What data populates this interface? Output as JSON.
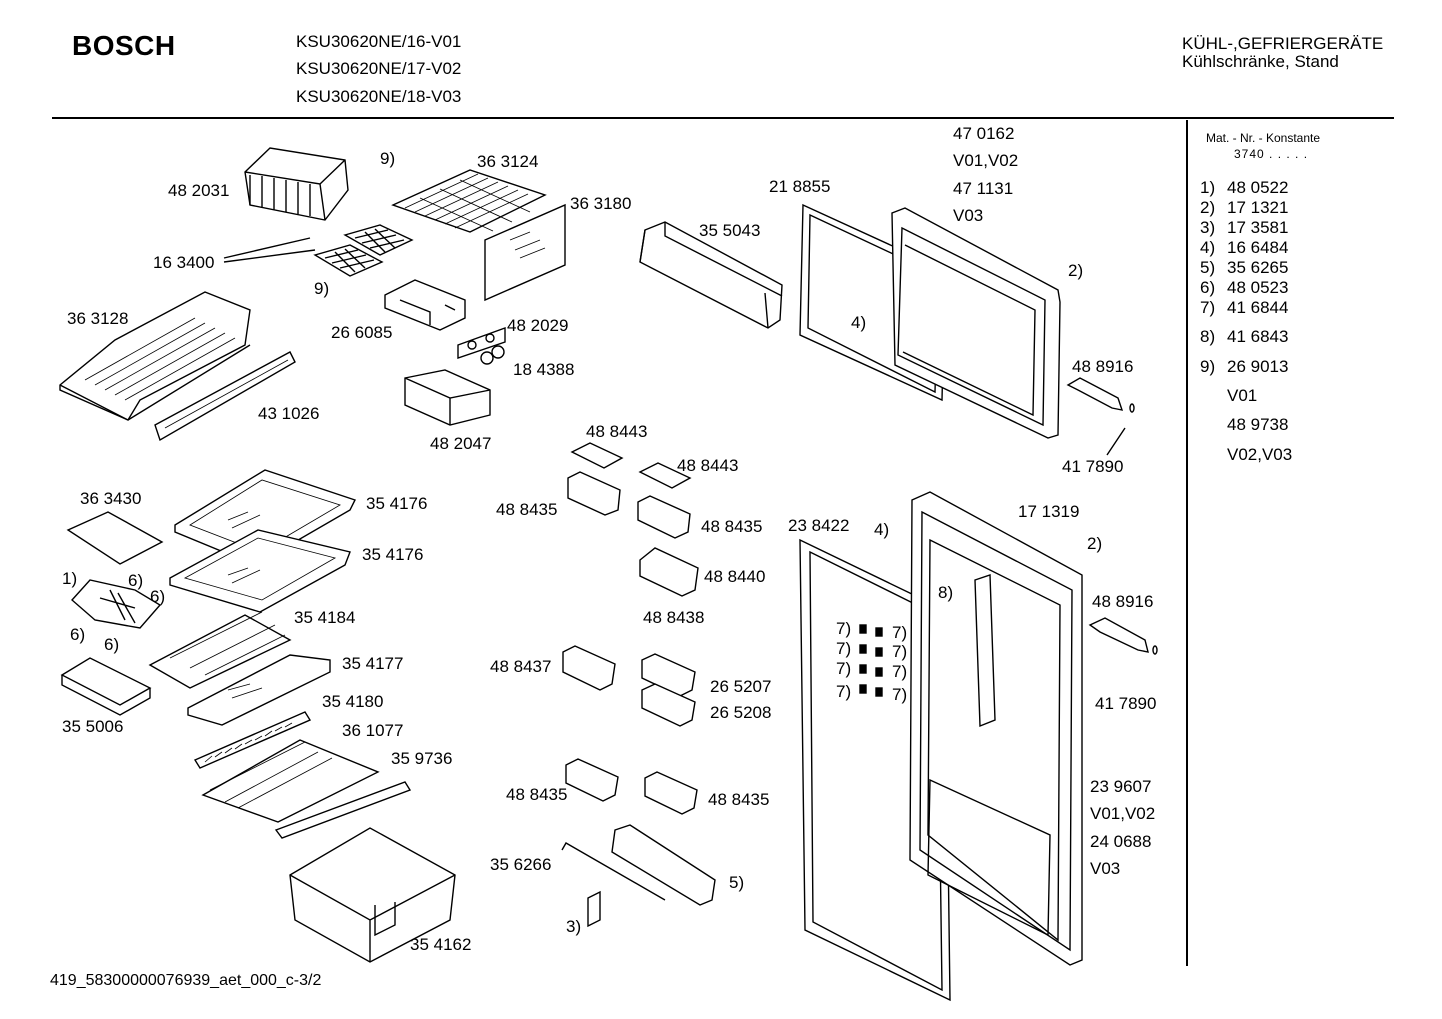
{
  "header": {
    "brand": "BOSCH",
    "models": [
      "KSU30620NE/16-V01",
      "KSU30620NE/17-V02",
      "KSU30620NE/18-V03"
    ],
    "category_line1": "KÜHL-,GEFRIERGERÄTE",
    "category_line2": "Kühlschränke, Stand"
  },
  "sidebar": {
    "heading": "Mat. - Nr. - Konstante",
    "constant": "3740 . . . . .",
    "items": [
      {
        "idx": "1)",
        "num": "48 0522"
      },
      {
        "idx": "2)",
        "num": "17 1321"
      },
      {
        "idx": "3)",
        "num": "17 3581"
      },
      {
        "idx": "4)",
        "num": "16 6484"
      },
      {
        "idx": "5)",
        "num": "35 6265"
      },
      {
        "idx": "6)",
        "num": "48 0523"
      },
      {
        "idx": "7)",
        "num": "41 6844"
      },
      {
        "idx": "8)",
        "num": "41 6843"
      },
      {
        "idx": "9)",
        "num": "26 9013"
      }
    ],
    "variants": [
      "V01",
      "48 9738",
      "V02,V03"
    ]
  },
  "parts": {
    "p482031": "48 2031",
    "p163400": "16 3400",
    "n9a": "9)",
    "n9b": "9)",
    "p363124": "36 3124",
    "p363180": "36 3180",
    "p363128": "36 3128",
    "p266085": "26 6085",
    "p482029": "48 2029",
    "p184388": "18 4388",
    "p431026": "43 1026",
    "p482047": "48 2047",
    "p355043": "35 5043",
    "p218855": "21 8855",
    "p470162": "47 0162",
    "v0102a": "V01,V02",
    "p471131": "47 1131",
    "v03a": "V03",
    "n2a": "2)",
    "n4a": "4)",
    "p488916a": "48 8916",
    "p417890a": "41 7890",
    "p363430": "36 3430",
    "p354176a": "35 4176",
    "p354176b": "35 4176",
    "n1": "1)",
    "n6a": "6)",
    "n6b": "6)",
    "n6c": "6)",
    "n6d": "6)",
    "p354184": "35 4184",
    "p354177": "35 4177",
    "p355006": "35 5006",
    "p354180": "35 4180",
    "p361077": "36 1077",
    "p359736": "35 9736",
    "p354162": "35 4162",
    "p488443a": "48 8443",
    "p488443b": "48 8443",
    "p488435a": "48 8435",
    "p488435b": "48 8435",
    "p488440": "48 8440",
    "p488438": "48 8438",
    "p488437": "48 8437",
    "p265207": "26 5207",
    "p265208": "26 5208",
    "p488435c": "48 8435",
    "p488435d": "48 8435",
    "p356266": "35 6266",
    "n5": "5)",
    "n3": "3)",
    "p238422": "23 8422",
    "n4b": "4)",
    "p171319": "17 1319",
    "n2b": "2)",
    "n8": "8)",
    "n7": "7)",
    "p488916b": "48 8916",
    "p417890b": "41 7890",
    "p239607": "23 9607",
    "v0102b": "V01,V02",
    "p240688": "24 0688",
    "v03b": "V03"
  },
  "footer": {
    "doc_id": "419_58300000076939_aet_000_c-3/2"
  }
}
